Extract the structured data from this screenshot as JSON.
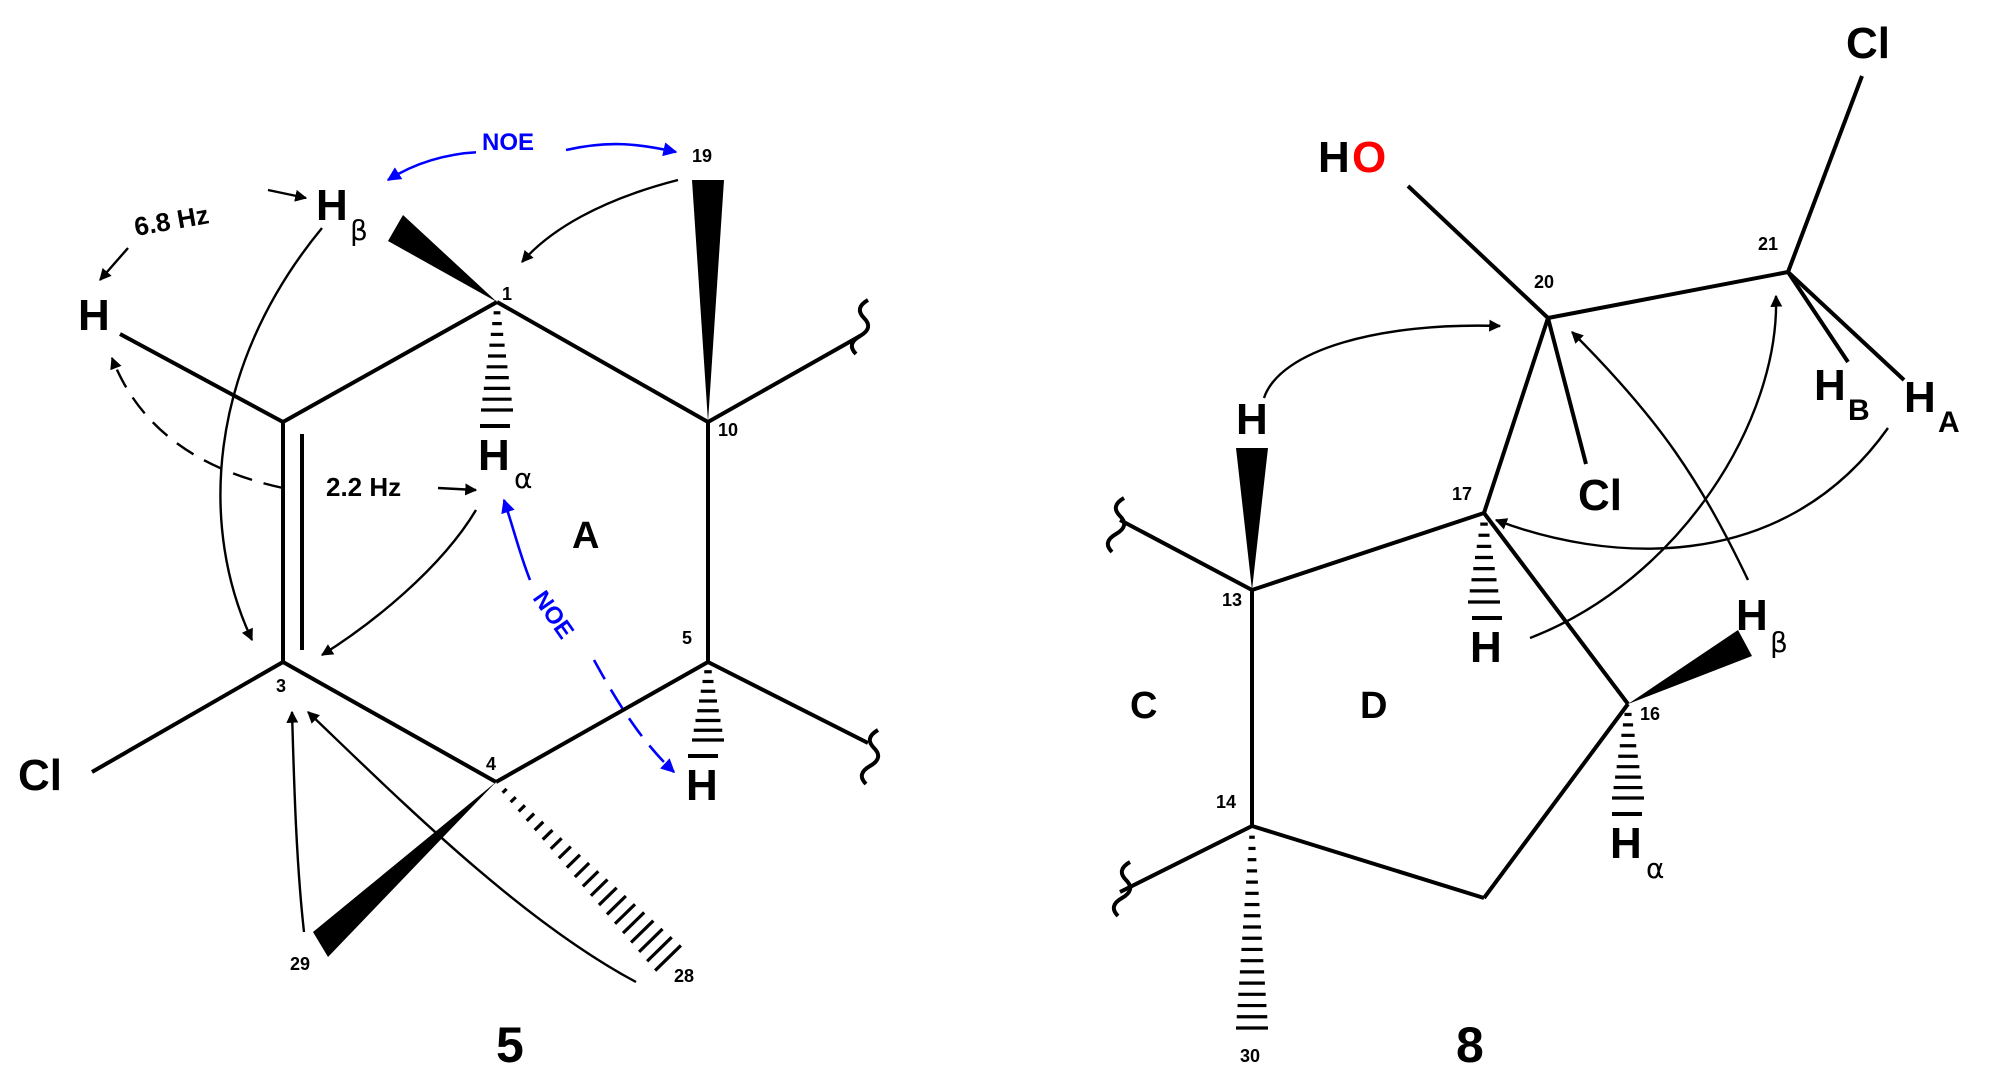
{
  "colors": {
    "bond": "#000000",
    "noe": "#0000ff",
    "oxygen": "#ff0000"
  },
  "compound5": {
    "label": "5",
    "ring": "A",
    "atoms": {
      "cl": "Cl",
      "h_vinyl": "H",
      "h_beta": "H",
      "h_beta_sub": "β",
      "h_alpha": "H",
      "h_alpha_sub": "α",
      "h5": "H"
    },
    "numbers": {
      "c1": "1",
      "c3": "3",
      "c4": "4",
      "c5": "5",
      "c10": "10",
      "c19": "19",
      "c28": "28",
      "c29": "29"
    },
    "couplings": {
      "j1": "6.8 Hz",
      "j2": "2.2 Hz"
    },
    "noe": {
      "top": "NOE",
      "middle": "NOE"
    }
  },
  "compound8": {
    "label": "8",
    "rings": {
      "c": "C",
      "d": "D"
    },
    "atoms": {
      "ho_h": "H",
      "ho_o": "O",
      "cl_top": "Cl",
      "cl_20": "Cl",
      "h13": "H",
      "h17": "H",
      "hb": "H",
      "hb_sub": "B",
      "ha": "H",
      "ha_sub": "A",
      "hbeta16": "H",
      "hbeta16_sub": "β",
      "halpha16": "H",
      "halpha16_sub": "α"
    },
    "numbers": {
      "c13": "13",
      "c14": "14",
      "c16": "16",
      "c17": "17",
      "c20": "20",
      "c21": "21",
      "c30": "30"
    }
  }
}
